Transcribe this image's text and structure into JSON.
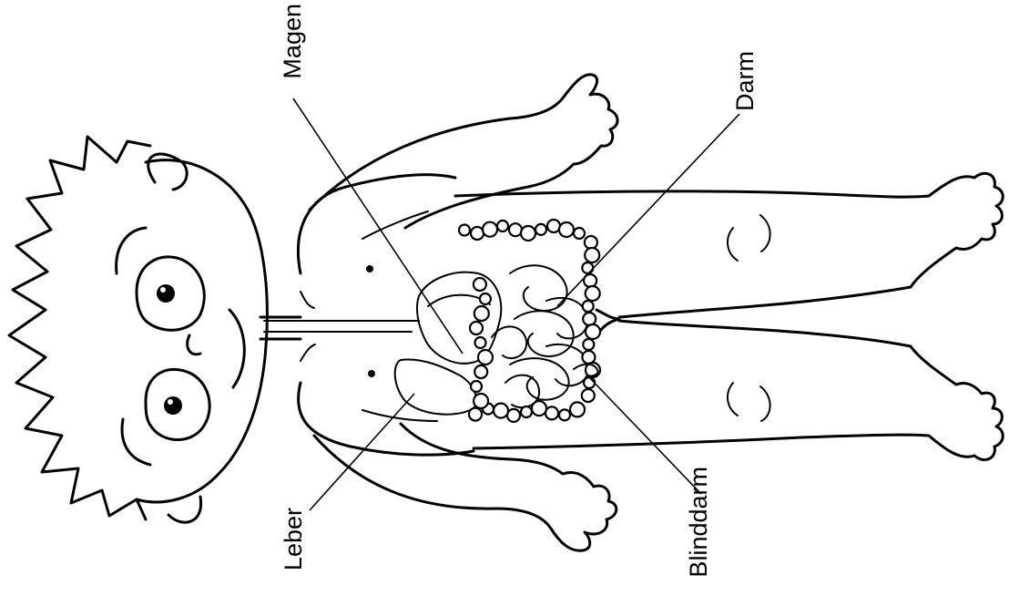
{
  "labels": {
    "magen": "Magen",
    "darm": "Darm",
    "leber": "Leber",
    "blinddarm": "Blinddarm"
  },
  "colors": {
    "ink": "#000000",
    "background": "#ffffff"
  }
}
